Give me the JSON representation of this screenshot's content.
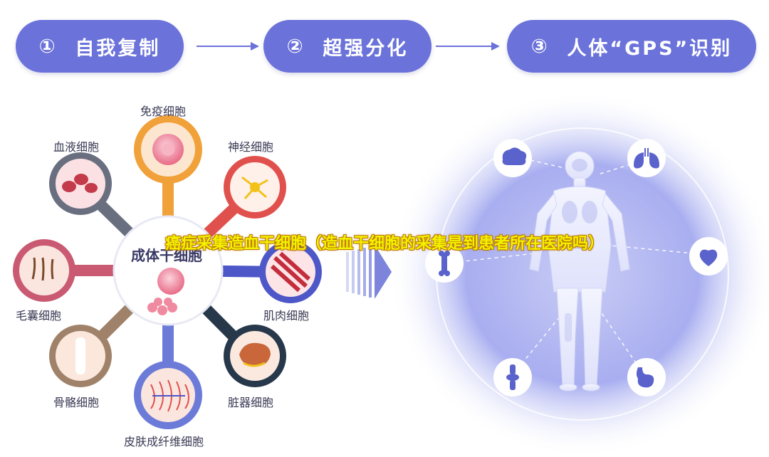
{
  "steps": [
    {
      "number": "①",
      "label": "自我复制"
    },
    {
      "number": "②",
      "label": "超强分化"
    },
    {
      "number": "③",
      "label": "人体“GPS”识别"
    }
  ],
  "center": {
    "title": "成体干细胞"
  },
  "cells": {
    "immune": "免疫细胞",
    "blood": "血液细胞",
    "nerve": "神经细胞",
    "hair": "毛囊细胞",
    "muscle": "肌肉细胞",
    "bone": "骨骼细胞",
    "organ": "脏器细胞",
    "skin": "皮肤成纤维细胞"
  },
  "caption": "癌症采集造血干细胞（造血干细胞的采集是到患者所在医院吗）",
  "colors": {
    "pill": "#6b72da",
    "immune": "#f0a13a",
    "blood": "#6a6f80",
    "nerve": "#e0514d",
    "hair": "#c95a72",
    "muscle": "#4d57c8",
    "bone": "#a0826a",
    "organ": "#26384a",
    "skin": "#6c7bd8"
  },
  "organ_icons": [
    "brain-icon",
    "lungs-icon",
    "heart-icon",
    "stomach-icon",
    "knee-joint-icon",
    "bone-icon"
  ]
}
